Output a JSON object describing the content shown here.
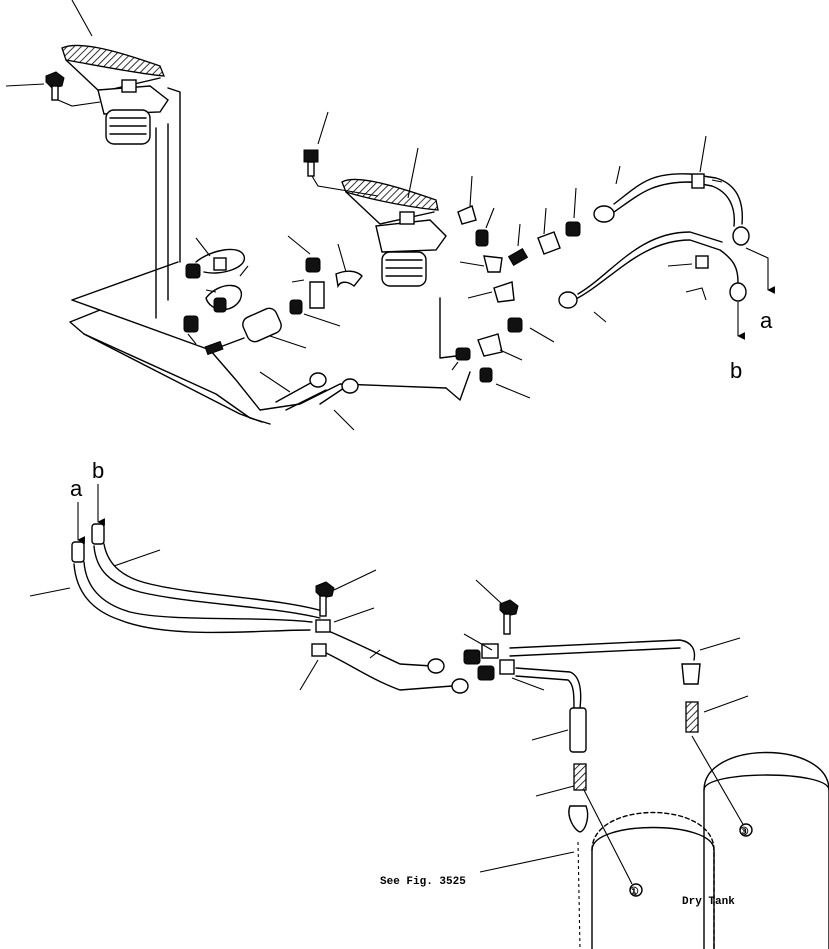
{
  "diagram": {
    "reference_label": "See Fig. 3525",
    "tank_label": "Dry Tank",
    "connection_labels": {
      "a": "a",
      "b": "b"
    },
    "circled_labels": [
      "①",
      "③"
    ]
  }
}
